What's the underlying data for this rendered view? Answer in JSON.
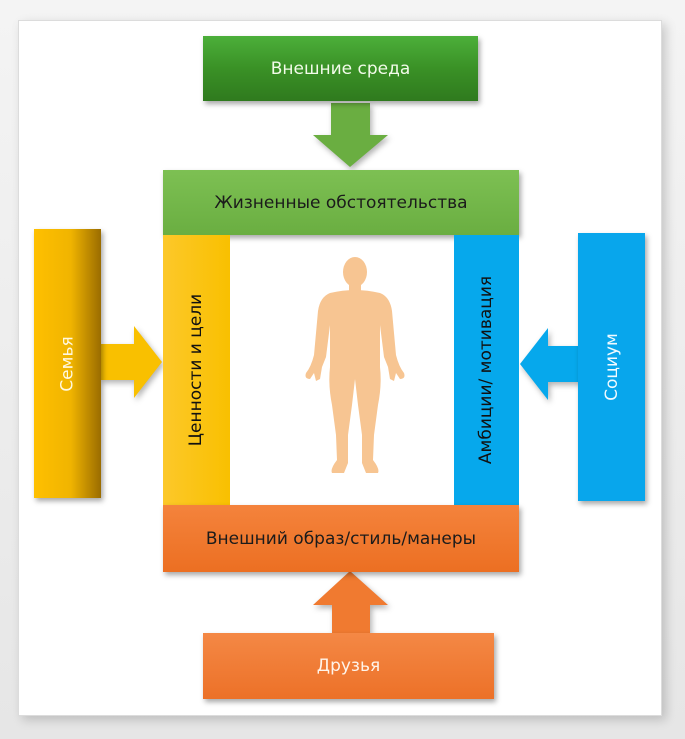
{
  "diagram": {
    "top_outer": {
      "label": "Внешние среда",
      "color": "#3a9126"
    },
    "top_inner": {
      "label": "Жизненные обстоятельства",
      "color": "#6aae41"
    },
    "left_inner": {
      "label": "Ценности и цели",
      "color": "#f9c000"
    },
    "right_inner": {
      "label": "Амбиции/ мотивация",
      "color": "#06a8ec"
    },
    "bottom_inner": {
      "label": "Внешний образ/стиль/манеры",
      "color": "#ec6f22"
    },
    "bottom_outer": {
      "label": "Друзья",
      "color": "#ec7128"
    },
    "left_outer": {
      "label": "Семья",
      "color": "#f0b400"
    },
    "right_outer": {
      "label": "Социум",
      "color": "#08a6ec"
    },
    "center": {
      "icon": "human-figure-icon",
      "color": "#f7c592"
    },
    "arrows": [
      {
        "from": "Внешние среда",
        "to": "Жизненные обстоятельства",
        "direction": "down",
        "color": "#6aae41"
      },
      {
        "from": "Семья",
        "to": "Ценности и цели",
        "direction": "right",
        "color": "#f9c000"
      },
      {
        "from": "Социум",
        "to": "Амбиции/ мотивация",
        "direction": "left",
        "color": "#06a8ec"
      },
      {
        "from": "Друзья",
        "to": "Внешний образ/стиль/манеры",
        "direction": "up",
        "color": "#ec7128"
      }
    ]
  }
}
